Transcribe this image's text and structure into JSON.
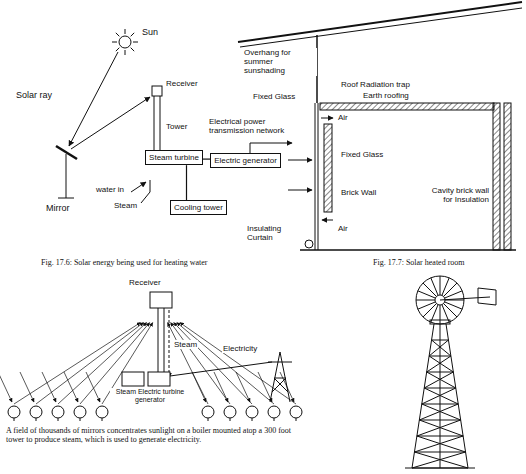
{
  "diagram": {
    "nodes": [
      {
        "text": [
          "Steam turbine"
        ]
      },
      {
        "text": [
          "Electric generator"
        ]
      },
      {
        "text": [
          "Cooling tower"
        ]
      }
    ],
    "edges": [
      {
        "from": 0,
        "to": 1,
        "arrow": "none"
      },
      {
        "from": 0,
        "to": 2,
        "arrow": "none"
      }
    ],
    "labels": [
      "Sun",
      "Solar ray",
      "Receiver",
      "Mirror",
      "Tower",
      "Electrical power transmission network",
      "water in",
      "Steam",
      "Fig. 17.6: Solar energy being used for heating water",
      "Overhang for summer sunshading",
      "Fixed Glass",
      "Roof Radiation trap",
      "Earth roofing",
      "Air",
      "Fixed Glass",
      "Brick Wall",
      "Air",
      "Insulating Curtain",
      "Cavity brick wall for Insulation",
      "Fig. 17.7: Solar heated room",
      "Receiver",
      "Steam",
      "Electricity",
      "Steam Electric turbine generator",
      "A field of thousands of mirrors concentrates sunlight on a boiler mounted atop a 300 foot tower to produce steam, which is used to generate electricity."
    ]
  }
}
